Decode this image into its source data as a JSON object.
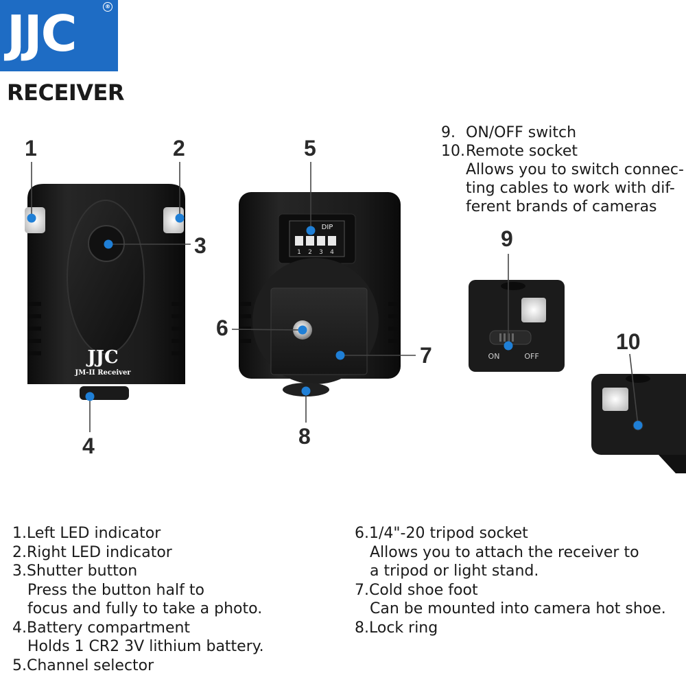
{
  "brand": {
    "logo_text": "JJC",
    "registered": "®"
  },
  "heading": "RECEIVER",
  "device": {
    "front_brand": "JJC",
    "front_model": "JM-II Receiver",
    "dip_label": "DIP",
    "dip_numbers": [
      "1",
      "2",
      "3",
      "4"
    ],
    "switch_on": "ON",
    "switch_off": "OFF"
  },
  "callouts": [
    "1",
    "2",
    "3",
    "4",
    "5",
    "6",
    "7",
    "8",
    "9",
    "10"
  ],
  "right_notes": {
    "item9": {
      "num": "9.",
      "title": "ON/OFF switch"
    },
    "item10": {
      "num": "10.",
      "title": "Remote socket"
    },
    "desc_lines": [
      "Allows you to switch connec-",
      "ting cables to work with dif-",
      "ferent brands of cameras"
    ]
  },
  "legend_left": [
    {
      "title": "1.Left LED indicator"
    },
    {
      "title": "2.Right LED indicator"
    },
    {
      "title": "3.Shutter button",
      "desc": [
        "Press the button half to",
        "focus and fully to take a photo."
      ]
    },
    {
      "title": "4.Battery compartment",
      "desc": [
        "Holds 1 CR2 3V lithium battery."
      ]
    },
    {
      "title": "5.Channel selector"
    }
  ],
  "legend_right": [
    {
      "title": "6.1/4\"-20 tripod socket",
      "desc": [
        "Allows you to attach the receiver to",
        "a tripod or light stand."
      ]
    },
    {
      "title": "7.Cold shoe foot",
      "desc": [
        "Can be mounted into camera hot shoe."
      ]
    },
    {
      "title": "8.Lock ring"
    }
  ],
  "colors": {
    "brand_blue": "#1e6cc4",
    "marker_blue": "#1f7fd6",
    "device_body": "#151515"
  }
}
